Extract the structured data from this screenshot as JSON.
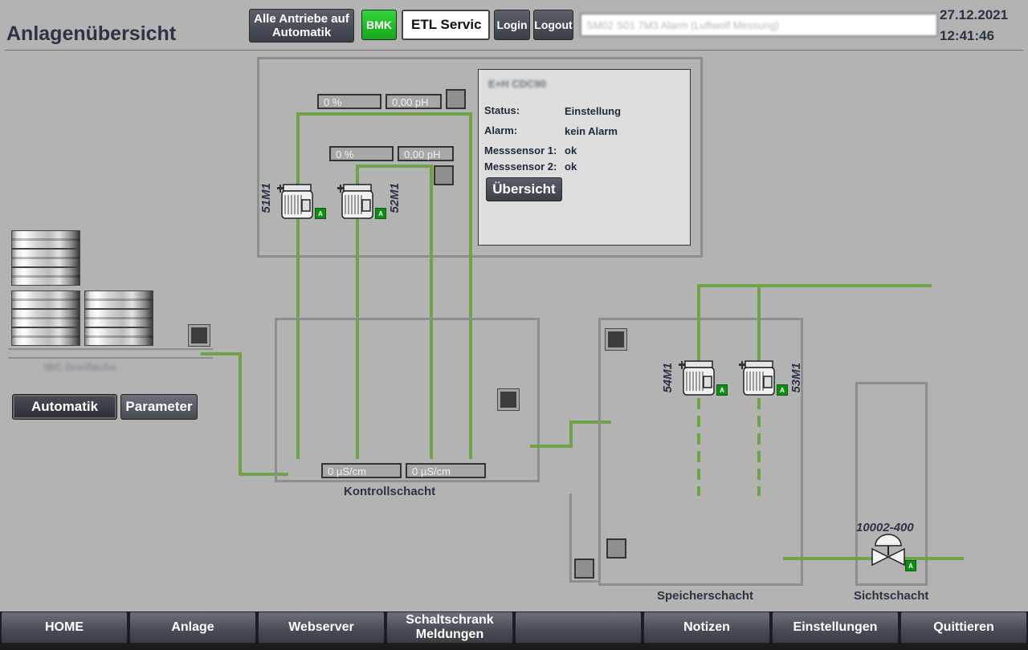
{
  "header": {
    "title": "Anlagenübersicht",
    "buttons": {
      "all_auto": "Alle Antriebe auf Automatik",
      "bmk": "BMK",
      "etl": "ETL Servic",
      "login": "Login",
      "logout": "Logout"
    },
    "alarm_text": "SM02 S01 7M3 Alarm (Luftwolf Messung)",
    "date": "27.12.2021",
    "time": "12:41:46"
  },
  "top_unit": {
    "row1": {
      "percent": "0 %",
      "ph": "0,00 pH"
    },
    "row2": {
      "percent": "0 %",
      "ph": "0,00 pH"
    },
    "motors": [
      {
        "label": "51M1",
        "badge": "A"
      },
      {
        "label": "52M1",
        "badge": "A"
      }
    ]
  },
  "info_panel": {
    "title": "E+H CDC90",
    "rows": [
      {
        "key": "Status:",
        "value": "Einstellung"
      },
      {
        "key": "Alarm:",
        "value": "kein Alarm"
      },
      {
        "key": "Messsensor 1:",
        "value": "ok"
      },
      {
        "key": "Messsensor 2:",
        "value": "ok"
      }
    ],
    "button": "Übersicht"
  },
  "storage": {
    "label": "IBC Greifläche"
  },
  "mode_buttons": {
    "auto": "Automatik",
    "param": "Parameter"
  },
  "kontrollschacht": {
    "label": "Kontrollschacht",
    "cond1": "0 µS/cm",
    "cond2": "0 µS/cm"
  },
  "speicherschacht": {
    "label": "Speicherschacht",
    "motors": [
      {
        "label": "54M1",
        "badge": "A"
      },
      {
        "label": "53M1",
        "badge": "A"
      }
    ]
  },
  "sichtschacht": {
    "label": "Sichtschacht",
    "valve_label": "10002-400",
    "valve_badge": "A"
  },
  "nav": [
    "HOME",
    "Anlage",
    "Webserver",
    "Schaltschrank Meldungen",
    "",
    "Notizen",
    "Einstellungen",
    "Quittieren"
  ],
  "colors": {
    "pipe": "#6ea447",
    "background": "#b3b3b3",
    "badge": "#0f8e15"
  }
}
